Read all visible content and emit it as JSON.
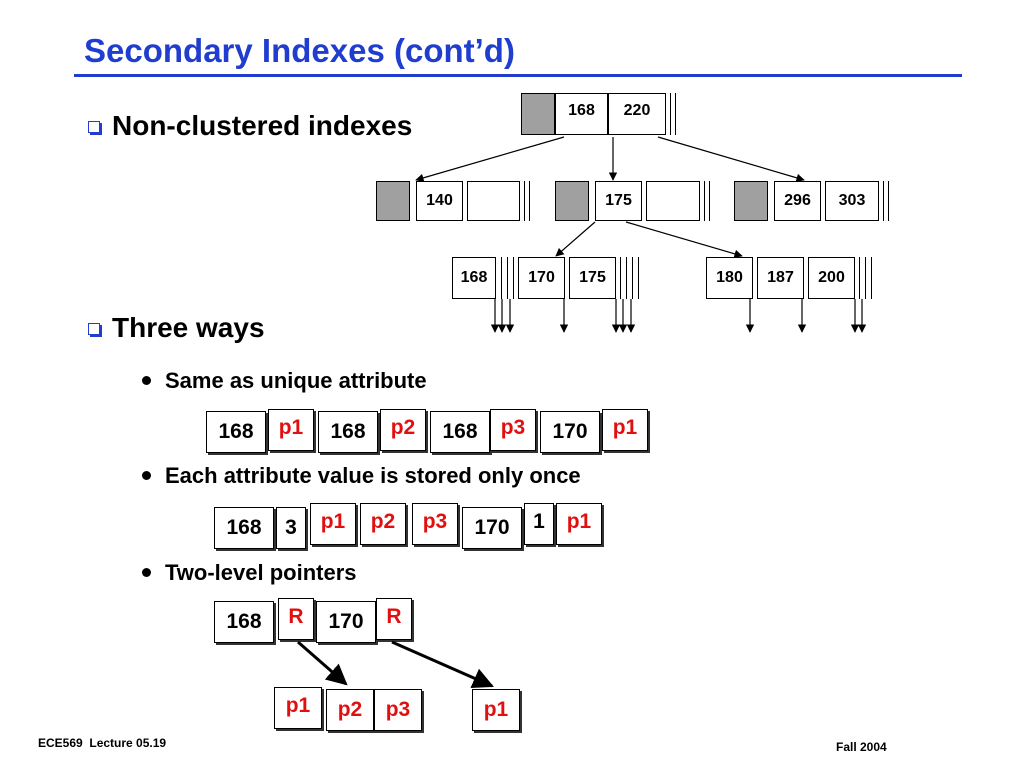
{
  "title": "Secondary Indexes (cont’d)",
  "bullets": {
    "nonclustered": "Non-clustered indexes",
    "three_ways": "Three ways",
    "way1": "Same as unique attribute",
    "way2": "Each attribute value is stored only once",
    "way3": "Two-level pointers"
  },
  "tree": {
    "root": [
      "168",
      "220"
    ],
    "mid_left": "140",
    "mid_center": "175",
    "mid_right": [
      "296",
      "303"
    ],
    "leaf_left": [
      "168",
      "170",
      "175"
    ],
    "leaf_right": [
      "180",
      "187",
      "200"
    ]
  },
  "way1_cells": [
    "168",
    "p1",
    "168",
    "p2",
    "168",
    "p3",
    "170",
    "p1"
  ],
  "way2_cells": [
    "168",
    "3",
    "p1",
    "p2",
    "p3",
    "170",
    "1",
    "p1"
  ],
  "way3_top": [
    "168",
    "R",
    "170",
    "R"
  ],
  "way3_bottom": [
    "p1",
    "p2",
    "p3",
    "p1"
  ],
  "footer": {
    "left": "ECE569  Lecture 05.19",
    "right": "Fall 2004"
  },
  "colors": {
    "title": "#1f3ecf",
    "pointer_text": "#e01010",
    "shaded_cell": "#a0a0a0"
  }
}
